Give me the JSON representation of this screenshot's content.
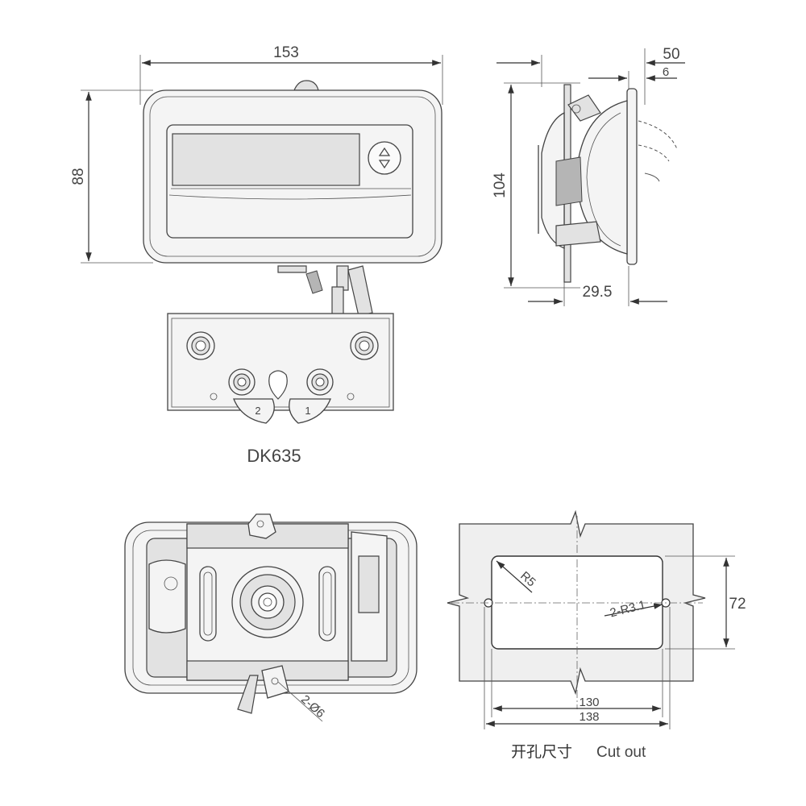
{
  "dimensions": {
    "width_front": "153",
    "height_front": "88",
    "side_depth_total": "50",
    "side_flange": "6",
    "side_height": "104",
    "side_body_depth": "29.5",
    "cutout_height": "72",
    "cutout_inner_width": "130",
    "cutout_outer_width": "138",
    "cutout_radius": "R5",
    "cutout_slot_radius": "2-R3.1",
    "mount_holes": "2-Ø6"
  },
  "labels": {
    "model": "DK635",
    "cutout_cn": "开孔尺寸",
    "cutout_en": "Cut out",
    "latch_mark_1": "1",
    "latch_mark_2": "2"
  },
  "colors": {
    "line": "#333333",
    "fill": "#f4f4f4",
    "shade": "#e2e2e2",
    "panel": "#efefef"
  }
}
